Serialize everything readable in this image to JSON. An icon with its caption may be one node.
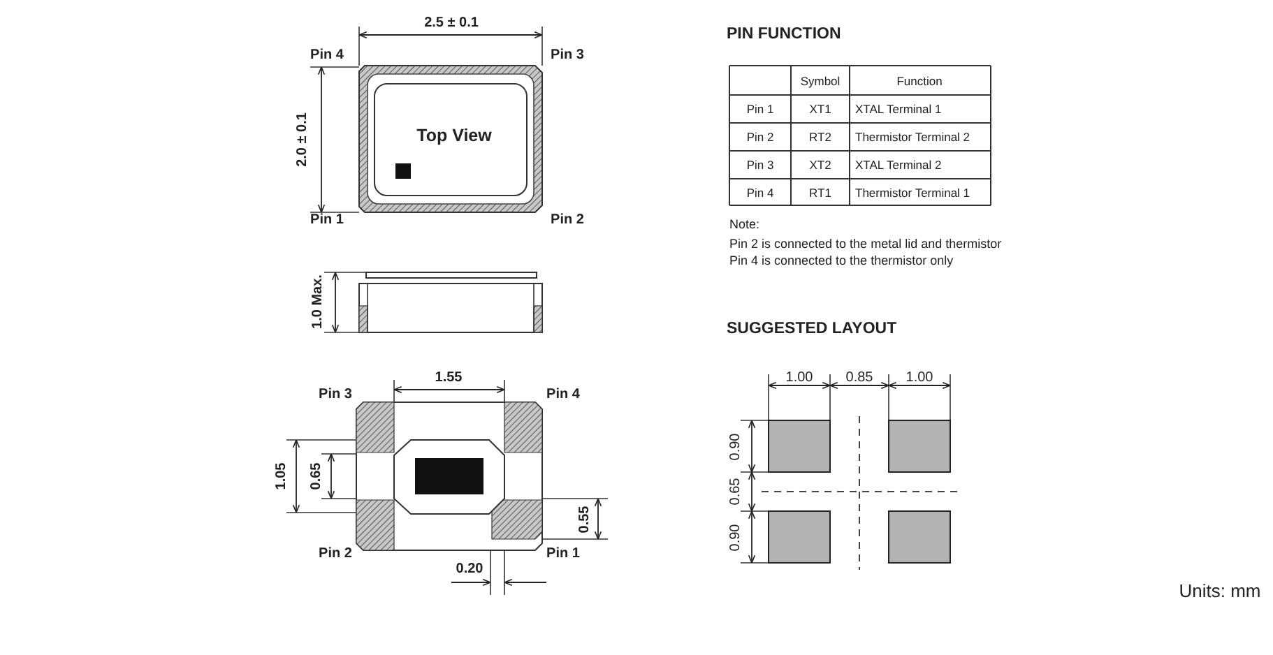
{
  "diagram": {
    "labels": [
      "2.5 ± 0.1",
      "Pin 4",
      "Pin 3",
      "2.0 ± 0.1",
      "Top View",
      "Pin 1",
      "Pin 2",
      "1.0 Max.",
      "Pin 3",
      "1.55",
      "Pin 4",
      "1.05",
      "0.65",
      "0.55",
      "Pin 2",
      "Pin 1",
      "0.20",
      "PIN FUNCTION",
      "Symbol",
      "Function",
      "Pin 1",
      "XT1",
      "XTAL Terminal 1",
      "Pin 2",
      "RT2",
      "Thermistor Terminal 2",
      "Pin 3",
      "XT2",
      "XTAL Terminal 2",
      "Pin 4",
      "RT1",
      "Thermistor Terminal 1",
      "Note:",
      "Pin 2 is connected to the metal lid and thermistor",
      "Pin 4 is connected to the thermistor only",
      "SUGGESTED LAYOUT",
      "1.00",
      "0.85",
      "1.00",
      "0.90",
      "0.65",
      "0.90",
      "Units: mm"
    ]
  }
}
